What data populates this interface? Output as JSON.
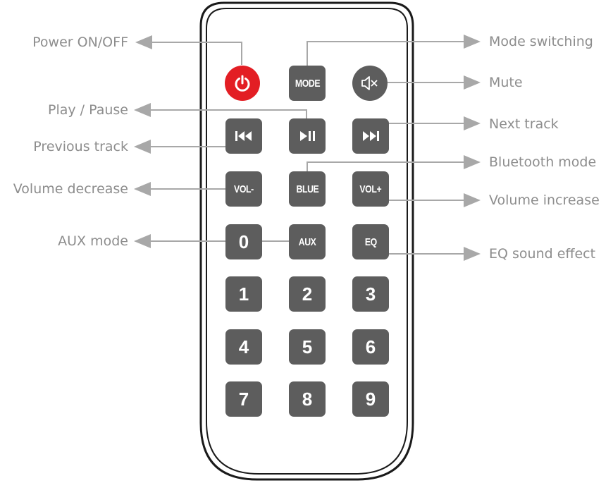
{
  "remote": {
    "buttons": {
      "power": "power-icon",
      "mode": "MODE",
      "mute": "mute-icon",
      "prev": "previous-track-icon",
      "play_pause": "play-pause-icon",
      "next": "next-track-icon",
      "vol_down": "VOL-",
      "blue": "BLUE",
      "vol_up": "VOL+",
      "zero": "0",
      "aux": "AUX",
      "eq": "EQ",
      "digits": [
        "1",
        "2",
        "3",
        "4",
        "5",
        "6",
        "7",
        "8",
        "9"
      ]
    },
    "colors": {
      "body_outline": "#1a1a1a",
      "button": "#5d5d5d",
      "power_button": "#e31e24",
      "label_text": "#8d8d8d",
      "leader_line": "#a8a8a8"
    }
  },
  "labels": {
    "power": "Power ON/OFF",
    "play_pause": "Play / Pause",
    "previous_track": "Previous track",
    "volume_decrease": "Volume decrease",
    "aux_mode": "AUX mode",
    "mode_switching": "Mode switching",
    "mute": "Mute",
    "next_track": "Next track",
    "bluetooth_mode": "Bluetooth mode",
    "volume_increase": "Volume increase",
    "eq_sound_effect": "EQ sound effect"
  }
}
